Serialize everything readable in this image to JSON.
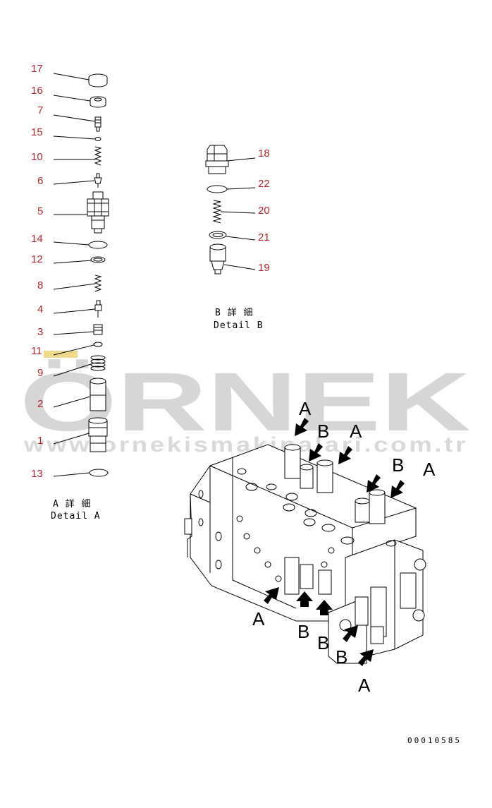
{
  "detail_a": {
    "caption_jp": "A 詳 細",
    "caption_en": "Detail A",
    "callouts": [
      "17",
      "16",
      "7",
      "15",
      "10",
      "6",
      "5",
      "14",
      "12",
      "8",
      "4",
      "3",
      "11",
      "9",
      "2",
      "1",
      "13"
    ]
  },
  "detail_b": {
    "caption_jp": "B 詳 細",
    "caption_en": "Detail B",
    "callouts": [
      "18",
      "22",
      "20",
      "21",
      "19"
    ]
  },
  "assembly": {
    "view_labels": [
      "A",
      "B",
      "A",
      "B",
      "A",
      "A",
      "B",
      "B",
      "B",
      "A"
    ]
  },
  "watermark": {
    "brand": "ÖRNEK",
    "url": "www.ornekismakinalari.com.tr"
  },
  "document_number": "00010585",
  "colors": {
    "callout": "#b1272b",
    "watermark": "#d6d6d6",
    "watermark_accent": "#f0d98a",
    "line": "#000000"
  }
}
